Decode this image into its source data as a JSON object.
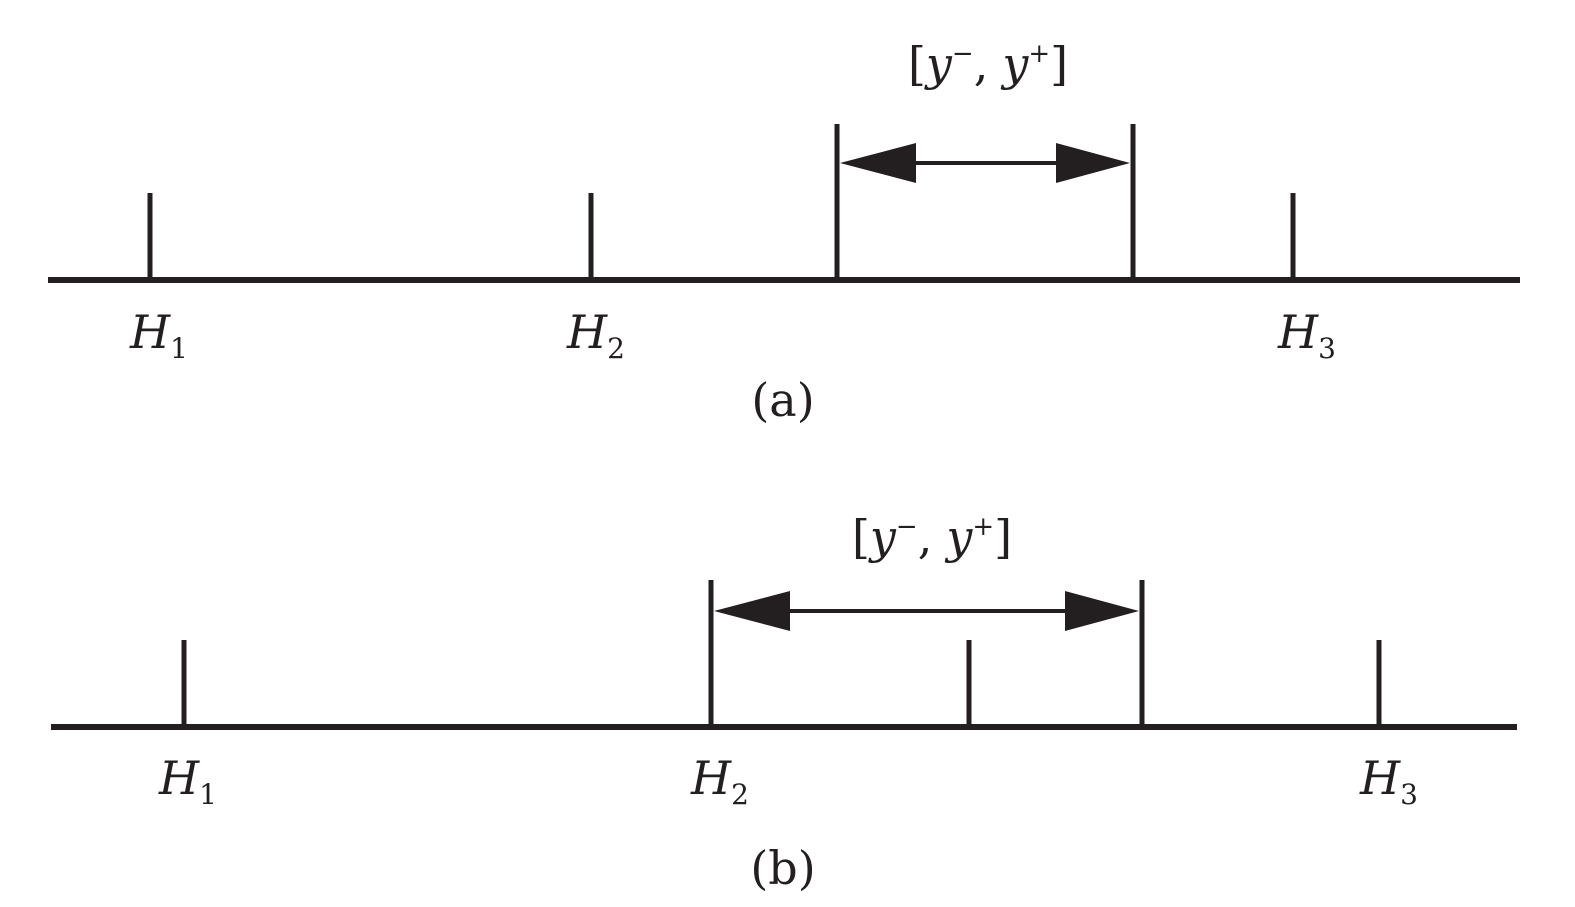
{
  "panels": [
    {
      "caption": "(a)",
      "interval_label": {
        "open": "[",
        "y": "y",
        "minus": "−",
        "comma": ",",
        "plus": "+",
        "close": "]"
      },
      "hypotheses": [
        {
          "letter": "H",
          "sub": "1"
        },
        {
          "letter": "H",
          "sub": "2"
        },
        {
          "letter": "H",
          "sub": "3"
        }
      ]
    },
    {
      "caption": "(b)",
      "interval_label": {
        "open": "[",
        "y": "y",
        "minus": "−",
        "comma": ",",
        "plus": "+",
        "close": "]"
      },
      "hypotheses": [
        {
          "letter": "H",
          "sub": "1"
        },
        {
          "letter": "H",
          "sub": "2"
        },
        {
          "letter": "H",
          "sub": "3"
        }
      ]
    }
  ]
}
